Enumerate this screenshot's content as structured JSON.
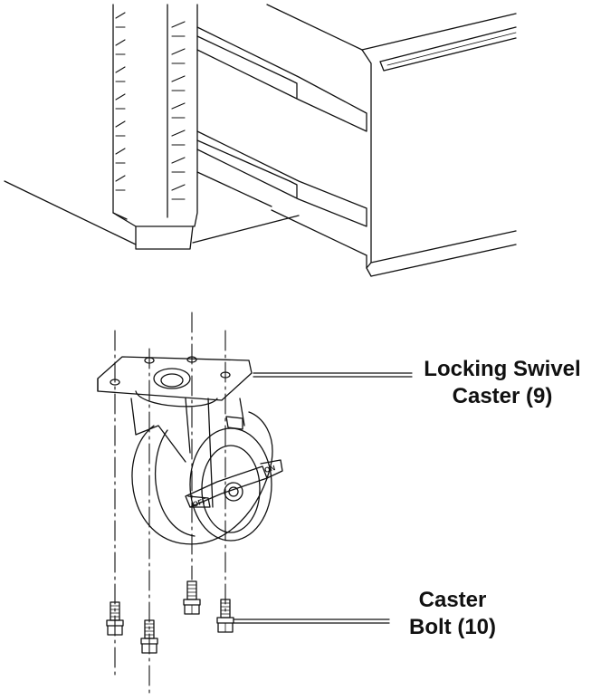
{
  "labels": {
    "caster": {
      "line1": "Locking Swivel",
      "line2": "Caster (9)"
    },
    "bolt": {
      "line1": "Caster",
      "line2": "Bolt (10)"
    },
    "brake_off": "OFF",
    "brake_on": "ON"
  },
  "colors": {
    "line": "#111111",
    "background": "#ffffff"
  }
}
